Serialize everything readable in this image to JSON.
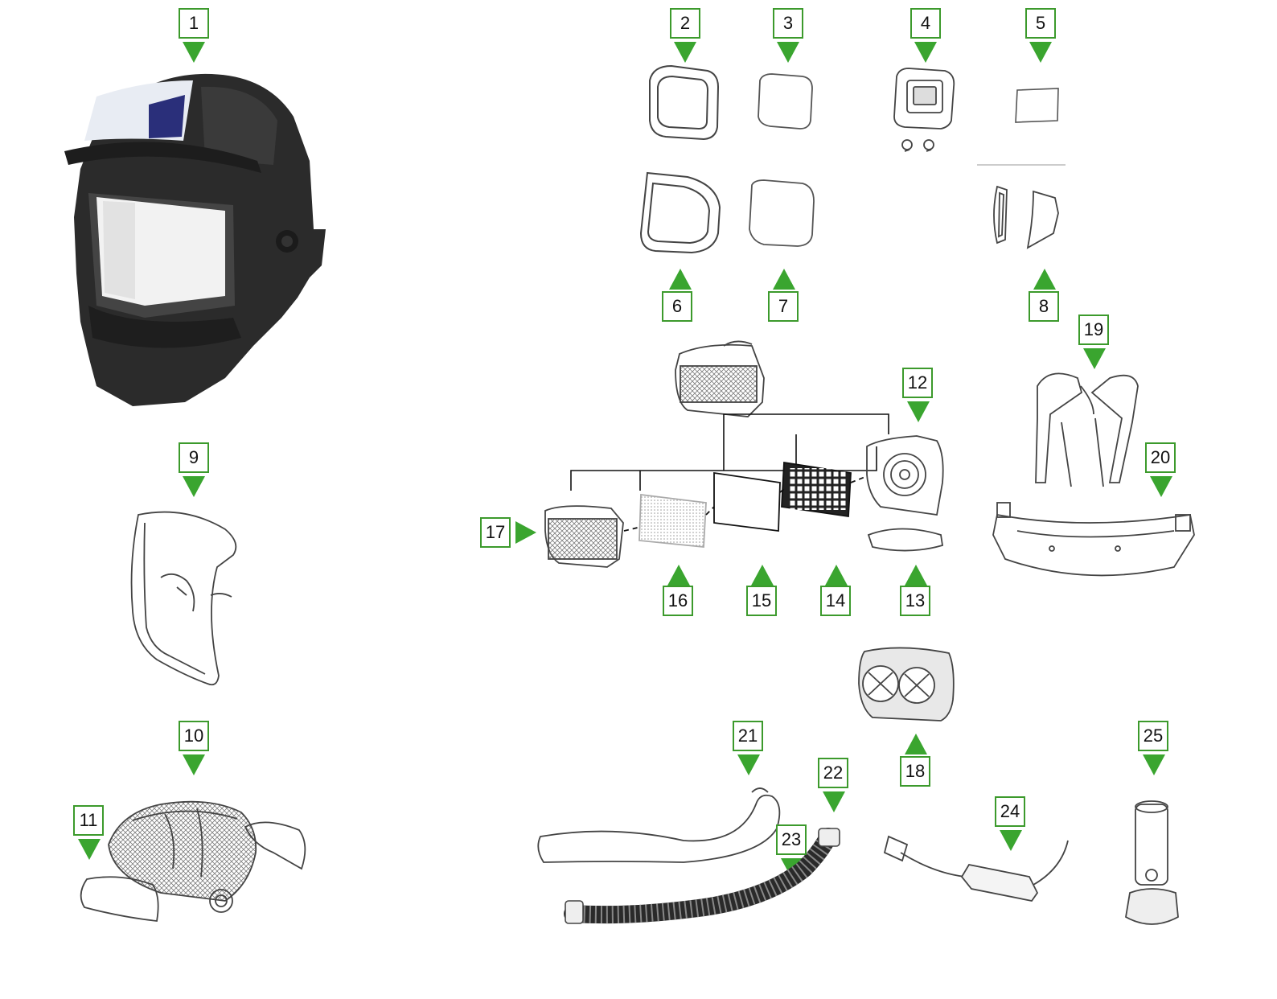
{
  "callouts": {
    "c1": "1",
    "c2": "2",
    "c3": "3",
    "c4": "4",
    "c5": "5",
    "c6": "6",
    "c7": "7",
    "c8": "8",
    "c9": "9",
    "c10": "10",
    "c11": "11",
    "c12": "12",
    "c13": "13",
    "c14": "14",
    "c15": "15",
    "c16": "16",
    "c17": "17",
    "c18": "18",
    "c19": "19",
    "c20": "20",
    "c21": "21",
    "c22": "22",
    "c23": "23",
    "c24": "24",
    "c25": "25"
  },
  "colors": {
    "accent_green": "#3aa52f",
    "box_border": "#3c9a2c",
    "line_art": "#333333",
    "helmet_dark": "#2a2a2a"
  }
}
